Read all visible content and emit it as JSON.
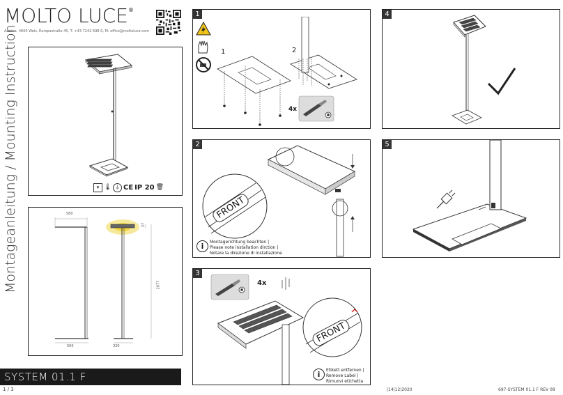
{
  "brand": {
    "name": "MOLTO LUCE",
    "registered": "®",
    "address": "Austria, 4600 Wels, Europastraße 45, T: +43 7242 698-0, M: office@moltoluce.com"
  },
  "side_title": "Montageanleitung / Mounting Instruction",
  "product_name": "SYSTEM 01.1 F",
  "page_indicator": "1 / 3",
  "date_code": "|14|12|2020",
  "document_code": "697-SYSTEM 01.1 F REV 08",
  "certification": {
    "ip_rating": "IP 20",
    "ce": "CE"
  },
  "dimensions": {
    "top_width": "580",
    "height": "2077",
    "head_height": "37",
    "base_width": "500",
    "base_depth": "330"
  },
  "steps": [
    {
      "number": "1",
      "sub_1": "1",
      "sub_2": "2",
      "quantity": "4x"
    },
    {
      "number": "2",
      "front_label": "FRONT",
      "note_lines": [
        "Montagerichtung beachten |",
        "Please note installation dirction |",
        "Notare la direzione di installazione"
      ]
    },
    {
      "number": "3",
      "quantity": "4x",
      "front_label": "FRONT",
      "note_lines": [
        "Etikett entfernen |",
        "Remove Label |",
        "Rimuovi etichetta"
      ]
    },
    {
      "number": "4"
    },
    {
      "number": "5"
    }
  ],
  "icons": [
    "warning-electric-icon",
    "gloves-icon",
    "no-drill-icon",
    "screwdriver-icon",
    "info-icon",
    "checkmark-icon",
    "plug-icon",
    "qr-code"
  ]
}
